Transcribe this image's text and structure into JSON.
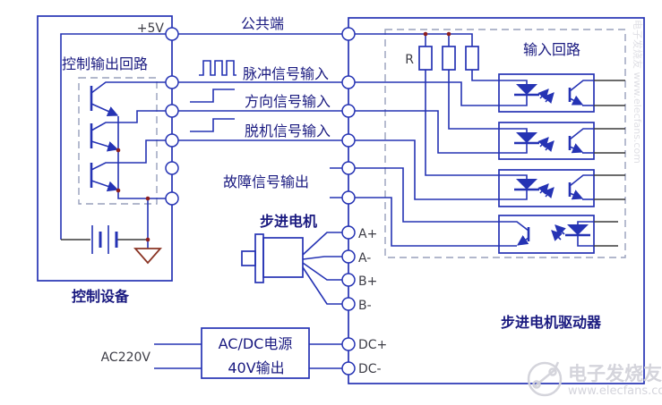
{
  "colors": {
    "wire_blue": "#2533b4",
    "wire_black": "#3a3a3a",
    "junction_red": "#8e1f1f",
    "dashed_gray": "#98a0bc",
    "label_navy": "#1a1a80",
    "ground_brown": "#8b3626"
  },
  "control": {
    "plus5v": "+5V",
    "loop_label": "控制输出回路",
    "box_label": "控制设备"
  },
  "signals": {
    "common": "公共端",
    "pulse": "脉冲信号输入",
    "direction": "方向信号输入",
    "offline": "脱机信号输入",
    "fault": "故障信号输出"
  },
  "motor": {
    "label": "步进电机",
    "terminals": [
      "A+",
      "A-",
      "B+",
      "B-"
    ]
  },
  "driver": {
    "box_label": "步进电机驱动器",
    "input_loop_label": "输入回路",
    "resistor_label": "R"
  },
  "power": {
    "input_label": "AC220V",
    "psu_line1": "AC/DC电源",
    "psu_line2": "40V输出",
    "dc_plus": "DC+",
    "dc_minus": "DC-"
  },
  "watermark": {
    "brand": "电子发烧友",
    "url": "www.elecfans.com",
    "side": "电子发烧友 www.elecfans.com"
  }
}
